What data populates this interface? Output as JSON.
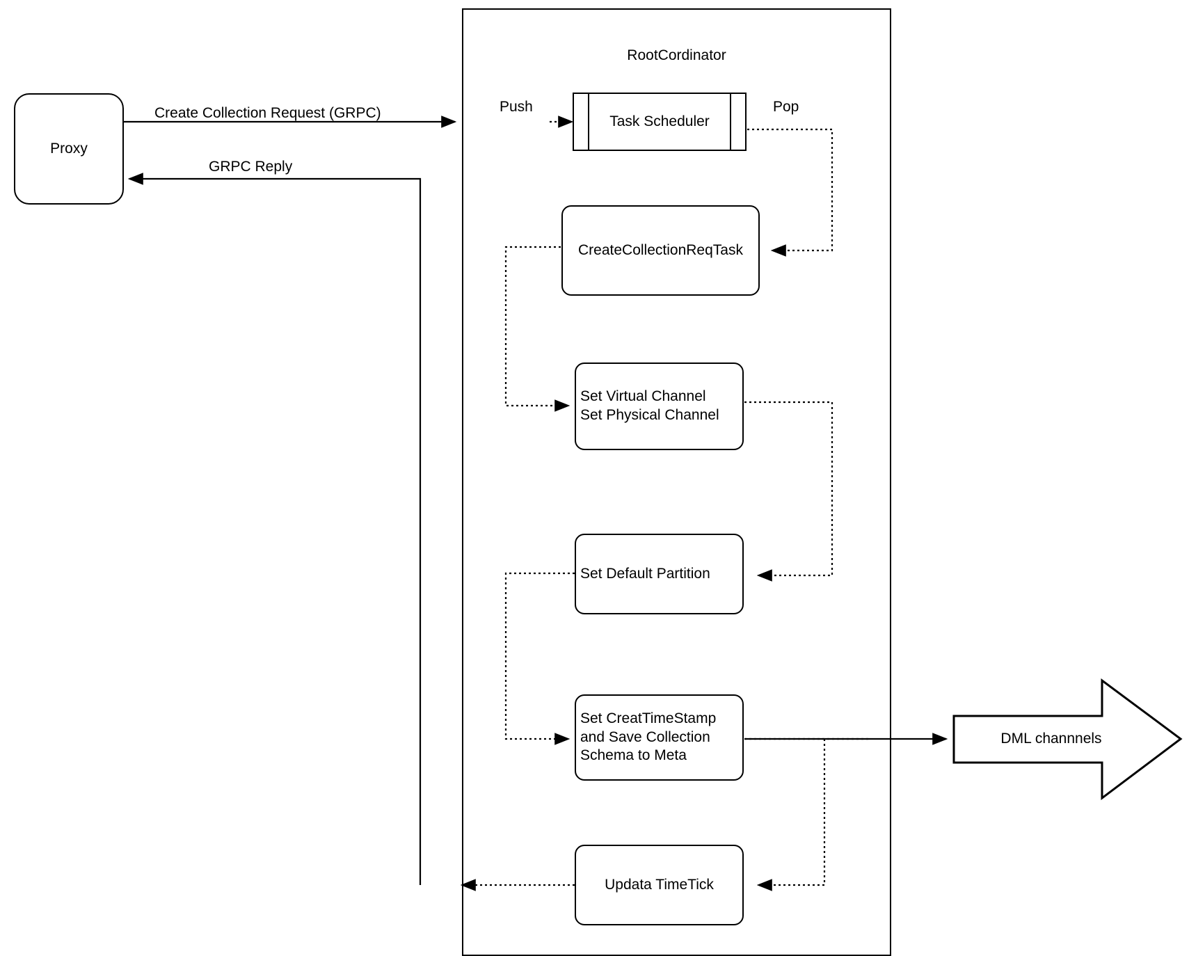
{
  "diagram": {
    "title": "RootCordinator",
    "nodes": {
      "proxy": "Proxy",
      "task_scheduler": "Task Scheduler",
      "create_collection_req_task": "CreateCollectionReqTask",
      "set_channels": "Set Virtual Channel\nSet Physical Channel",
      "set_default_partition": "Set Default Partition",
      "set_timestamp": "Set CreatTimeStamp\nand Save Collection\nSchema to Meta",
      "update_timetick": "Updata TimeTick",
      "dml_channels": "DML channnels"
    },
    "edge_labels": {
      "create_collection_request": "Create Collection Request (GRPC)",
      "grpc_reply": "GRPC Reply",
      "push": "Push",
      "pop": "Pop"
    },
    "colors": {
      "stroke": "#000000",
      "fill": "#ffffff"
    }
  }
}
